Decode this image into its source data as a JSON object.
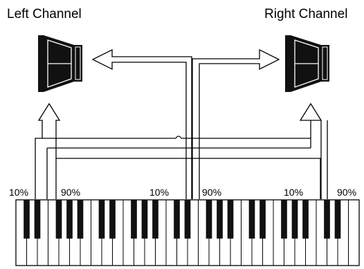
{
  "labels": {
    "left_channel": "Left Channel",
    "right_channel": "Right Channel"
  },
  "percentages": [
    "10%",
    "90%",
    "10%",
    "90%",
    "10%",
    "90%"
  ],
  "keyboard": {
    "white_key_count": 32
  },
  "colors": {
    "stroke": "#000000",
    "speaker_fill": "#111111",
    "white_key": "#ffffff",
    "black_key": "#111111"
  },
  "icons": [
    "speaker-left-icon",
    "speaker-right-icon"
  ]
}
